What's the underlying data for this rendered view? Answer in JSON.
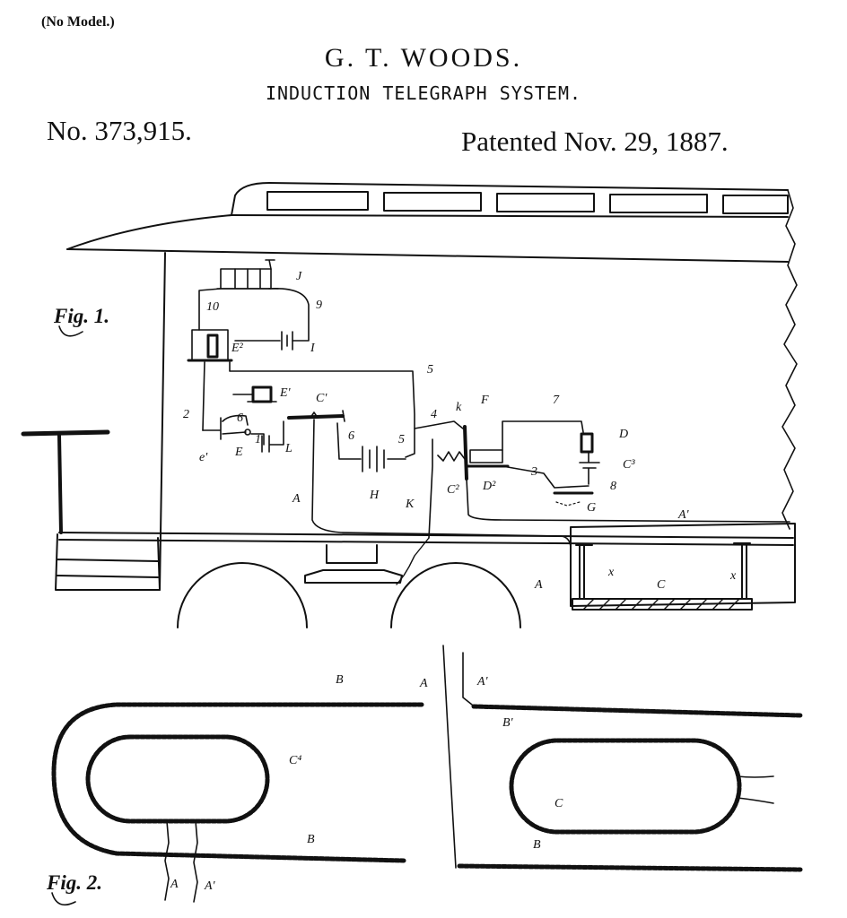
{
  "header": {
    "no_model": "(No Model.)",
    "inventor": "G. T. WOODS.",
    "title": "INDUCTION TELEGRAPH SYSTEM.",
    "patent_number": "No. 373,915.",
    "patent_date": "Patented Nov. 29, 1887."
  },
  "figures": {
    "fig1_label": "Fig. 1.",
    "fig2_label": "Fig. 2."
  },
  "labels": {
    "J": "J",
    "n9": "9",
    "n10": "10",
    "E2": "E²",
    "I": "I",
    "n5a": "5",
    "E1": "E'",
    "C1": "C'",
    "n2": "2",
    "n6a": "6",
    "n1": "1",
    "L": "L",
    "e1": "e'",
    "E": "E",
    "n6b": "6",
    "n5b": "5",
    "H": "H",
    "n4": "4",
    "k": "k",
    "F": "F",
    "n7": "7",
    "D": "D",
    "C3": "C³",
    "D2": "D²",
    "n3": "3",
    "n8": "8",
    "C2": "C²",
    "K": "K",
    "G": "G",
    "A": "A",
    "A1": "A'",
    "A2": "A",
    "x1": "x",
    "C": "C",
    "x2": "x",
    "B_top": "B",
    "C4": "C⁴",
    "A3": "A",
    "A4": "A'",
    "B1": "B'",
    "C_oval": "C",
    "B_bot": "B",
    "B_right": "B",
    "A5": "A",
    "A6": "A'"
  }
}
